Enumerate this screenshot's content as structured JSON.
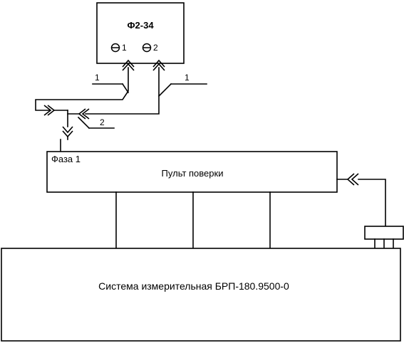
{
  "device": {
    "title": "Ф2-34",
    "output_1": "1",
    "output_2": "2"
  },
  "cable_labels": {
    "left_branch": "1",
    "right_branch": "1",
    "lower_branch": "2"
  },
  "panel": {
    "title": "Пульт поверки",
    "phase_label": "Фаза 1"
  },
  "system": {
    "title": "Система измерительная БРП-180.9500-0"
  }
}
